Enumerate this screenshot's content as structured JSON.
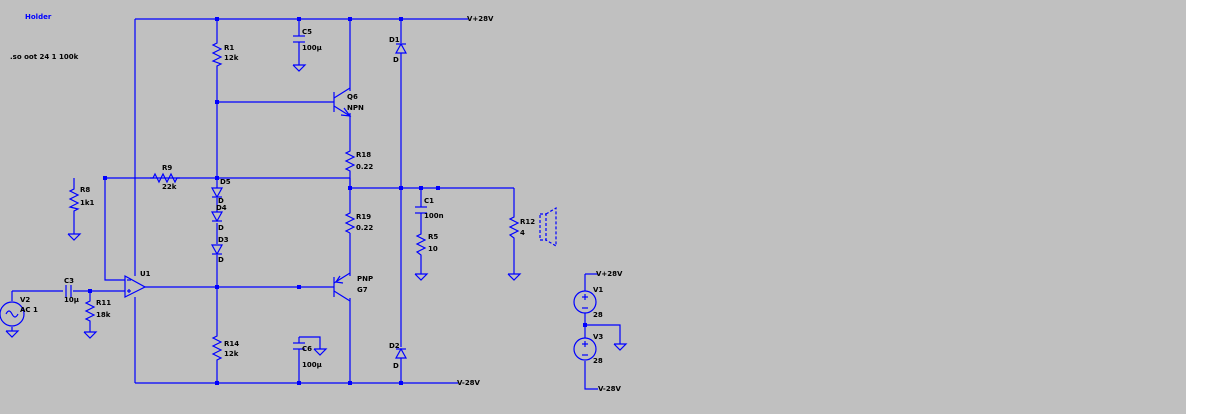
{
  "title": "Holder",
  "directive": ".so oot 24 1 100k",
  "nets": {
    "pos": "V+28V",
    "neg": "V-28V"
  },
  "components": {
    "R1": {
      "ref": "R1",
      "value": "12k"
    },
    "R14": {
      "ref": "R14",
      "value": "12k"
    },
    "R8": {
      "ref": "R8",
      "value": "1k1"
    },
    "R9": {
      "ref": "R9",
      "value": "22k"
    },
    "R11": {
      "ref": "R11",
      "value": "18k"
    },
    "R18": {
      "ref": "R18",
      "value": "0.22"
    },
    "R19": {
      "ref": "R19",
      "value": "0.22"
    },
    "R5": {
      "ref": "R5",
      "value": "10"
    },
    "R12": {
      "ref": "R12",
      "value": "4"
    },
    "C5": {
      "ref": "C5",
      "value": "100µ"
    },
    "C6": {
      "ref": "C6",
      "value": "100µ"
    },
    "C1": {
      "ref": "C1",
      "value": "100n"
    },
    "C3": {
      "ref": "C3",
      "value": "10µ"
    },
    "D1": {
      "ref": "D1",
      "value": "D"
    },
    "D2": {
      "ref": "D2",
      "value": "D"
    },
    "D3": {
      "ref": "D3",
      "value": "D"
    },
    "D4": {
      "ref": "D4",
      "value": "D"
    },
    "D5": {
      "ref": "D5",
      "value": "D"
    },
    "Q6": {
      "ref": "Q6",
      "value": "NPN"
    },
    "Q7": {
      "ref": "G7",
      "value": "PNP"
    },
    "U1": {
      "ref": "U1"
    },
    "V1": {
      "ref": "V1",
      "value": "28"
    },
    "V2": {
      "ref": "V2",
      "value": "AC 1"
    },
    "V3": {
      "ref": "V3",
      "value": "28"
    }
  },
  "colors": {
    "background": "#c0c0c0",
    "wire": "#0000ff",
    "text": "#000000",
    "right_edge": "#ffffff"
  }
}
